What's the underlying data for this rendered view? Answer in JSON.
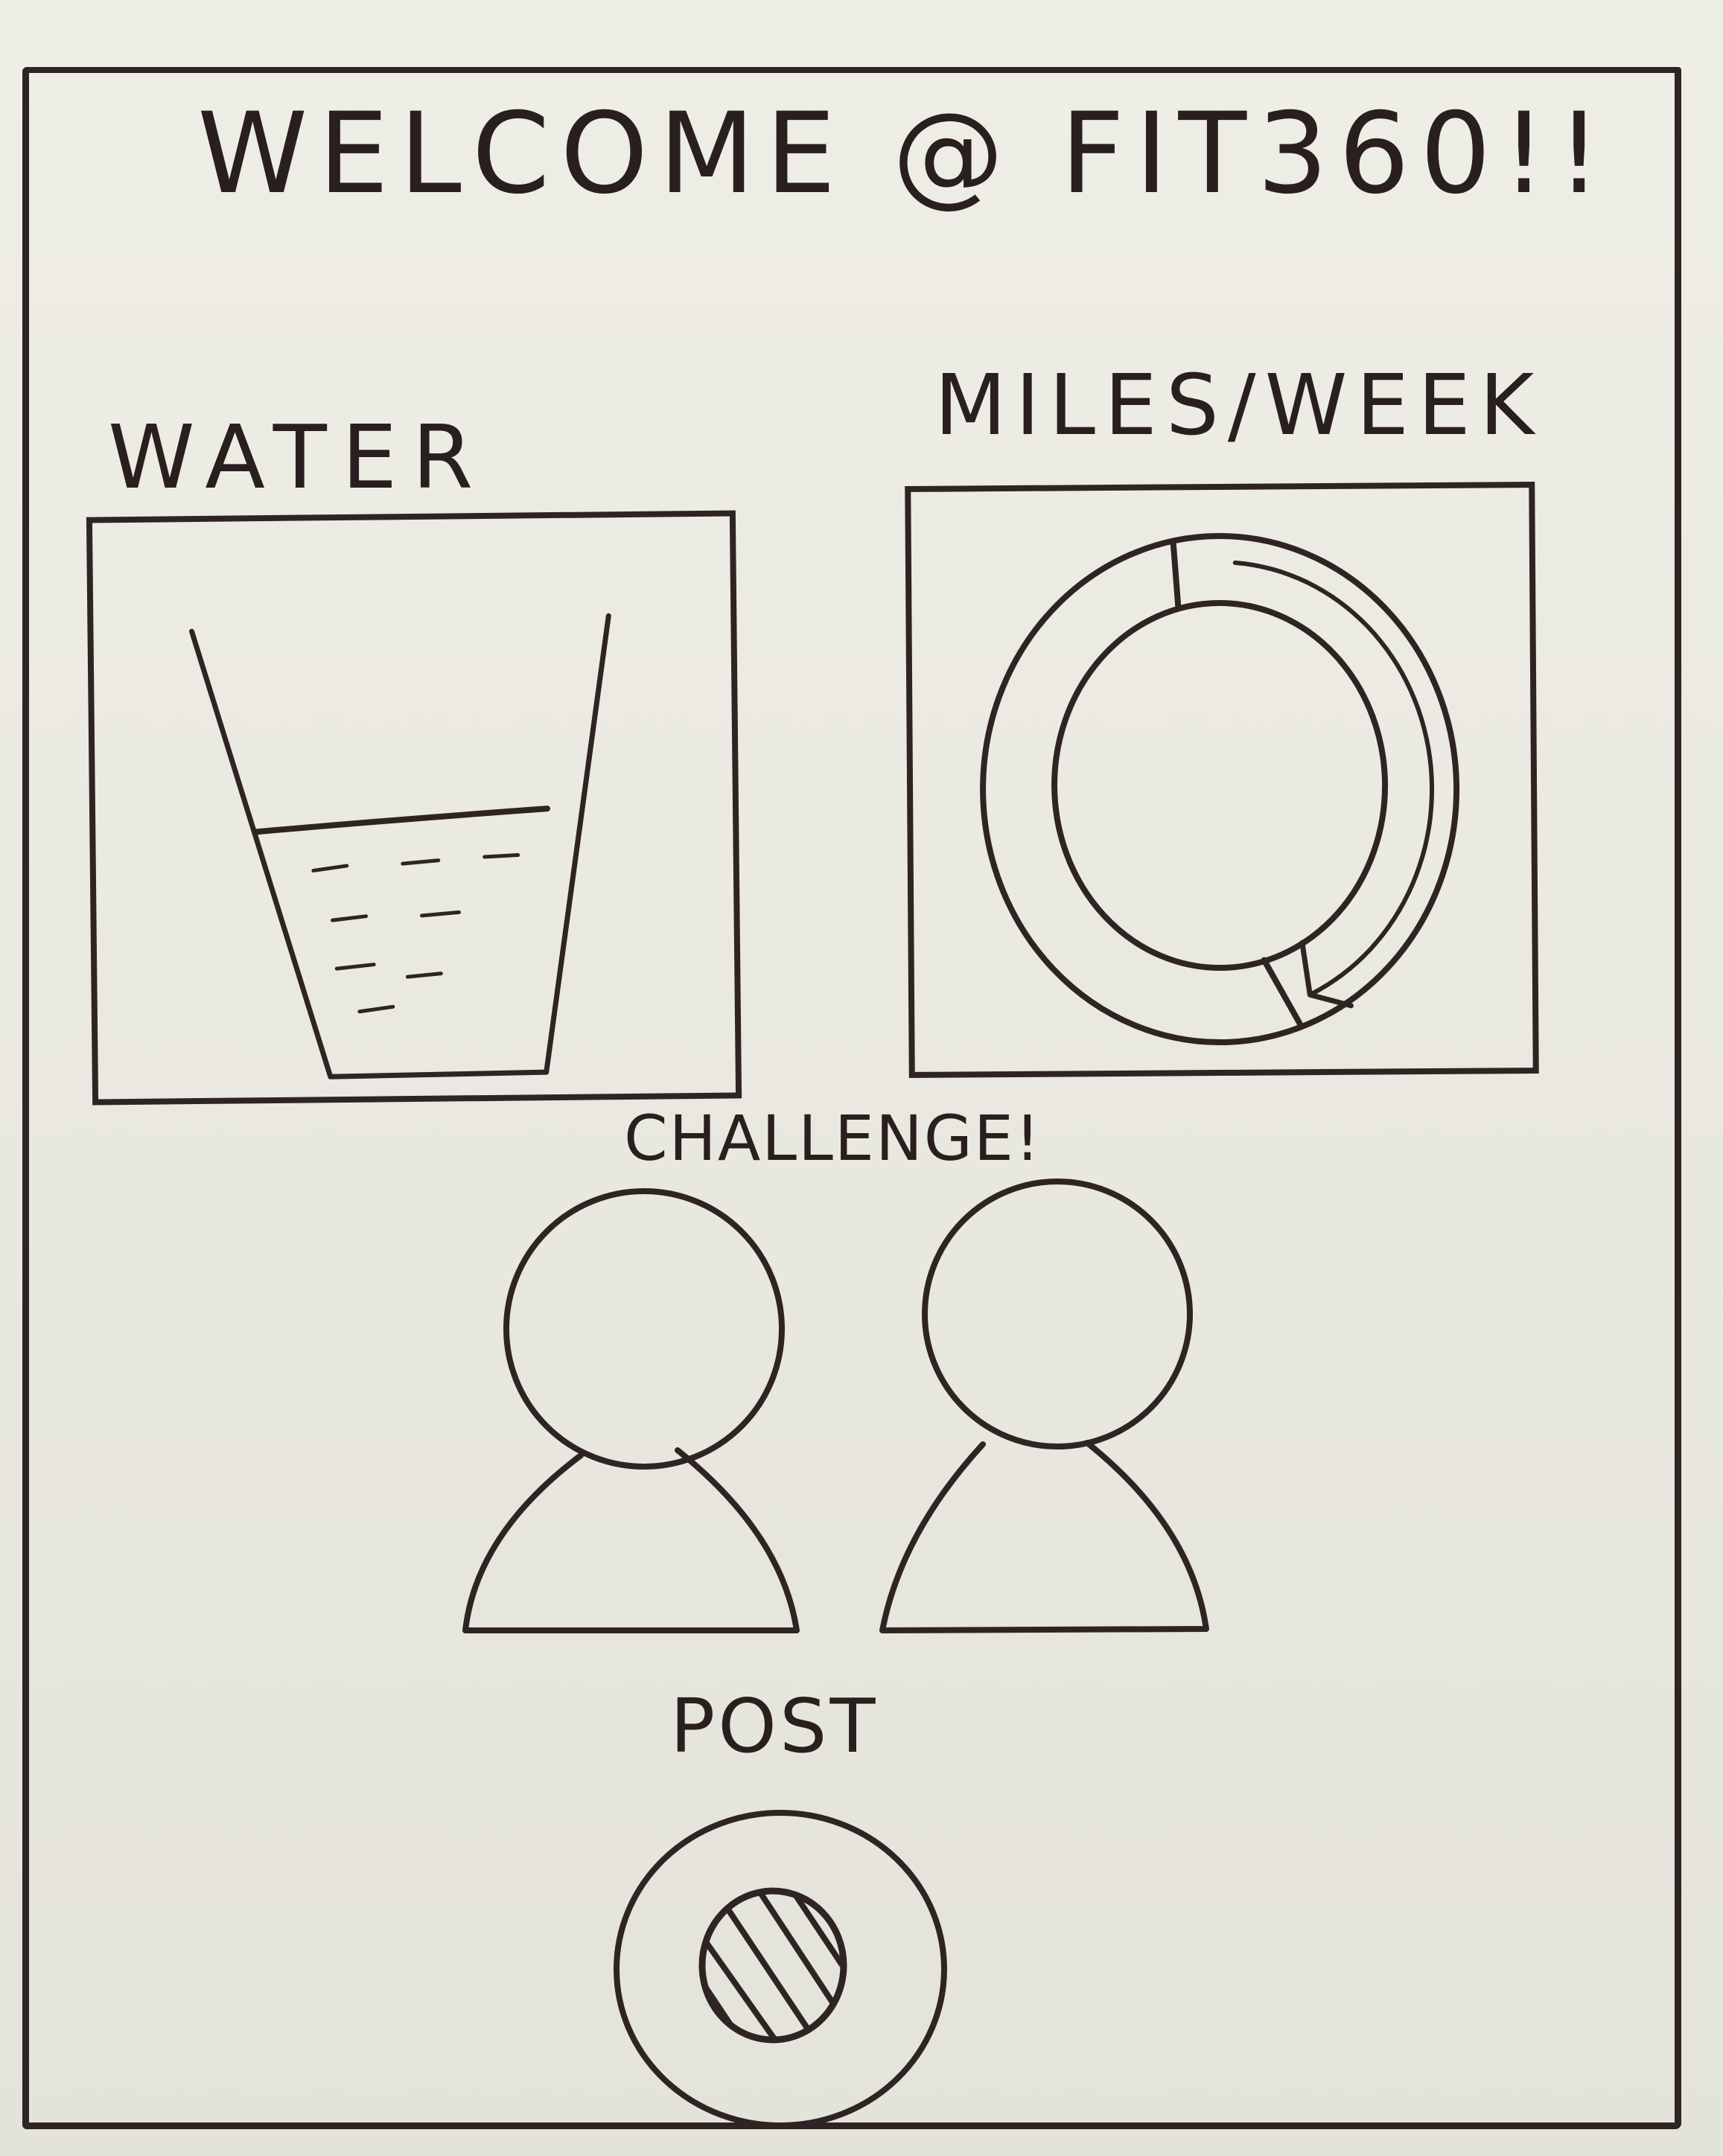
{
  "title": "WELCOME @ FIT360!!",
  "widgets": {
    "water": {
      "label": "WATER",
      "icon": "water-glass-icon",
      "fill_level_fraction": 0.45
    },
    "miles": {
      "label": "MILES/WEEK",
      "icon": "progress-ring-icon",
      "progress_fraction": 0.45
    }
  },
  "challenge": {
    "label": "CHALLENGE!",
    "icons": [
      "person-icon",
      "person-icon"
    ]
  },
  "post": {
    "label": "POST",
    "icon": "camera-shutter-icon"
  },
  "colors": {
    "ink": "#2f2424",
    "paper": "#ecebe3"
  }
}
